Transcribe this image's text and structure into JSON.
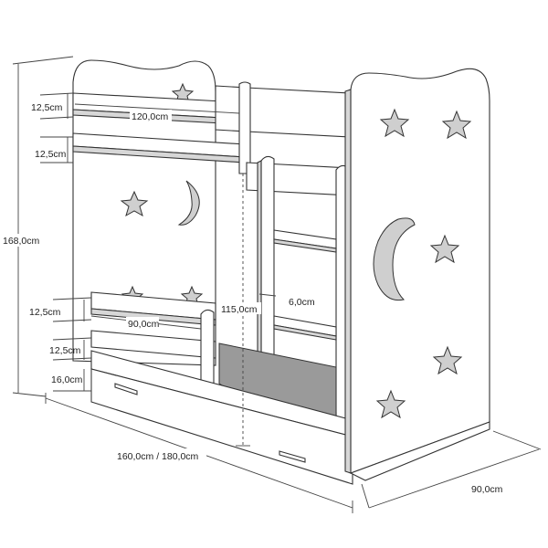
{
  "diagram": {
    "subject": "bunk bed with ladder and drawers",
    "decor": {
      "star_icon": "star-icon",
      "moon_icon": "crescent-moon-icon"
    },
    "dimensions": {
      "overall_height": "168,0cm",
      "guard_top_height": "12,5cm",
      "guard_second_height": "12,5cm",
      "upper_guard_length": "120,0cm",
      "lower_guard_height": "12,5cm",
      "lower_guard_length": "90,0cm",
      "lower_rail_height": "12,5cm",
      "drawer_height": "16,0cm",
      "clearance_height": "115,0cm",
      "ladder_depth": "6,0cm",
      "length": "160,0cm / 180,0cm",
      "width": "90,0cm"
    }
  }
}
